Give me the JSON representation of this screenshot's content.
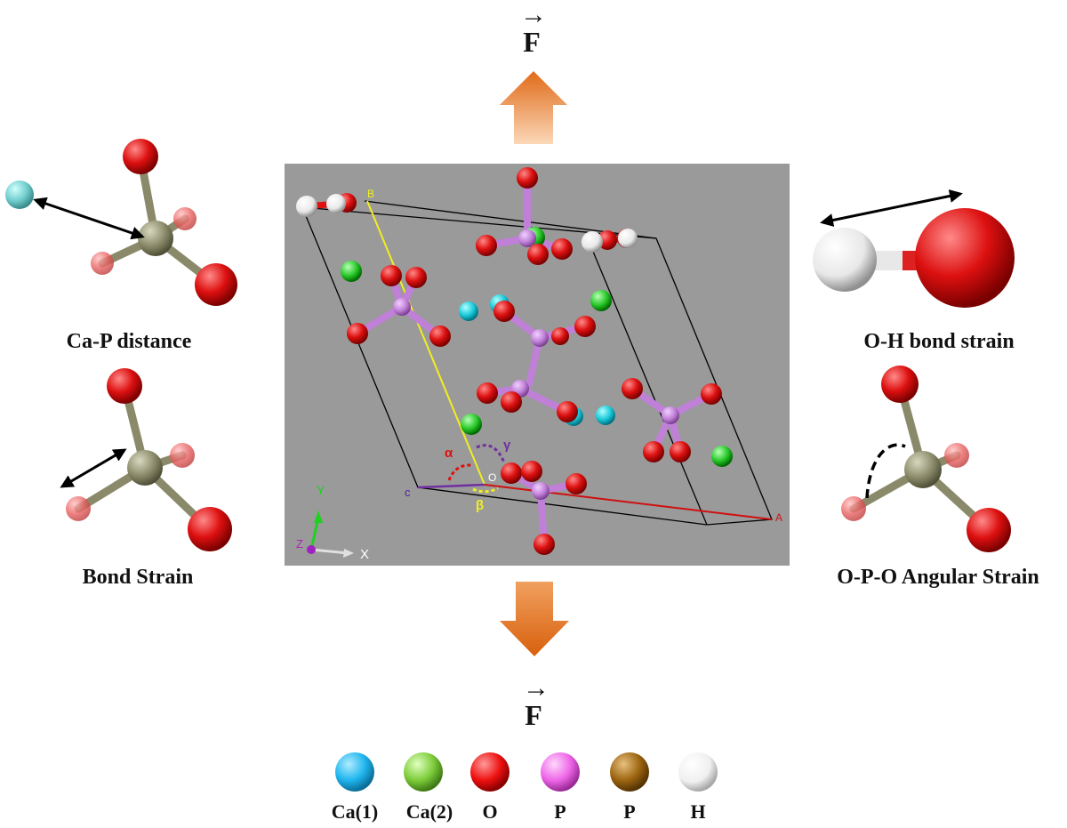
{
  "force": {
    "symbol": "F",
    "vector_mark": "→"
  },
  "panels": {
    "ca_p_distance": "Ca-P distance",
    "bond_strain": "Bond Strain",
    "oh_bond_strain": "O-H bond strain",
    "opo_angular_strain": "O-P-O Angular Strain"
  },
  "cell": {
    "axis_a": "A",
    "axis_b": "B",
    "axis_c": "c",
    "origin": "O",
    "alpha": "α",
    "beta": "β",
    "gamma": "γ",
    "triad_y": "Y",
    "triad_z": "Z",
    "triad_x": "X"
  },
  "legend": [
    {
      "label": "Ca(1)",
      "color": "#1fb5ee"
    },
    {
      "label": "Ca(2)",
      "color": "#7dcc3a"
    },
    {
      "label": "O",
      "color": "#ee1111"
    },
    {
      "label": "P",
      "color": "#ee66e8"
    },
    {
      "label": "P",
      "color": "#9c6510"
    },
    {
      "label": "H",
      "color": "#f2f2f2"
    }
  ],
  "colors": {
    "arrow": "#e8792a",
    "cell_background": "#9a9a9a",
    "oxygen": "#e01010",
    "phosphorus": "#c080d8",
    "calcium1": "#22c8d8",
    "calcium2": "#30c830",
    "hydrogen": "#f0f0f0",
    "p_gray": "#8a8a6a"
  }
}
